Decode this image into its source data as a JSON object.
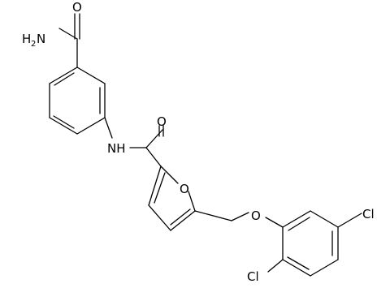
{
  "molecule": {
    "atom_labels": {
      "carbonyl_o_top": "O",
      "amide_n_h2": "H",
      "amide_n_sub": "2",
      "amide_n_n": "N",
      "amide_nh": "NH",
      "carbonyl_o_mid": "O",
      "furan_o": "O",
      "ether_o": "O",
      "chloro_right": "Cl",
      "chloro_bottom": "Cl"
    }
  }
}
